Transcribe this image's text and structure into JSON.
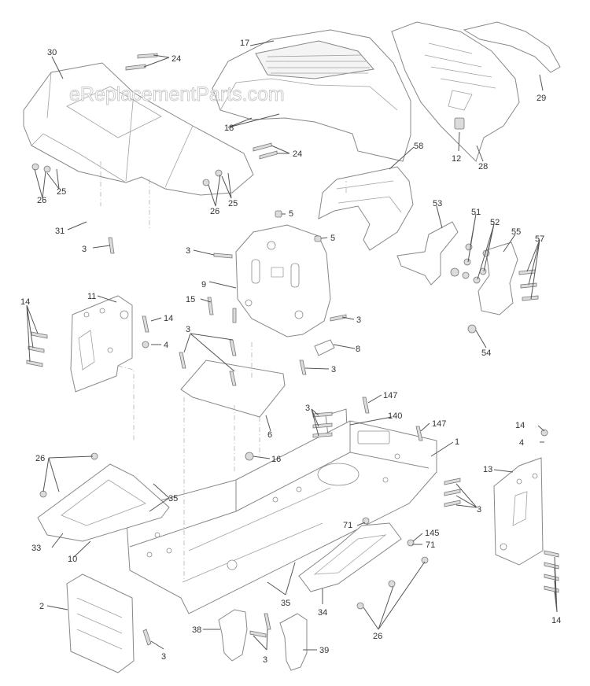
{
  "watermark": "eReplacementParts.com",
  "callouts": [
    {
      "id": "c30",
      "text": "30"
    },
    {
      "id": "c24a",
      "text": "24"
    },
    {
      "id": "c17",
      "text": "17"
    },
    {
      "id": "c29",
      "text": "29"
    },
    {
      "id": "c18",
      "text": "18"
    },
    {
      "id": "c12",
      "text": "12"
    },
    {
      "id": "c28",
      "text": "28"
    },
    {
      "id": "c24b",
      "text": "24"
    },
    {
      "id": "c58",
      "text": "58"
    },
    {
      "id": "c25a",
      "text": "25"
    },
    {
      "id": "c26a",
      "text": "26"
    },
    {
      "id": "c26b",
      "text": "26"
    },
    {
      "id": "c25b",
      "text": "25"
    },
    {
      "id": "c5a",
      "text": "5"
    },
    {
      "id": "c53",
      "text": "53"
    },
    {
      "id": "c51",
      "text": "51"
    },
    {
      "id": "c52",
      "text": "52"
    },
    {
      "id": "c55",
      "text": "55"
    },
    {
      "id": "c57",
      "text": "57"
    },
    {
      "id": "c31",
      "text": "31"
    },
    {
      "id": "c5b",
      "text": "5"
    },
    {
      "id": "c3a",
      "text": "3"
    },
    {
      "id": "c3b",
      "text": "3"
    },
    {
      "id": "c9",
      "text": "9"
    },
    {
      "id": "c11",
      "text": "11"
    },
    {
      "id": "c14a",
      "text": "14"
    },
    {
      "id": "c15",
      "text": "15"
    },
    {
      "id": "c14b",
      "text": "14"
    },
    {
      "id": "c3c",
      "text": "3"
    },
    {
      "id": "c3d",
      "text": "3"
    },
    {
      "id": "c4a",
      "text": "4"
    },
    {
      "id": "c8",
      "text": "8"
    },
    {
      "id": "c54",
      "text": "54"
    },
    {
      "id": "c3e",
      "text": "3"
    },
    {
      "id": "c147a",
      "text": "147"
    },
    {
      "id": "c3f",
      "text": "3"
    },
    {
      "id": "c140",
      "text": "140"
    },
    {
      "id": "c147b",
      "text": "147"
    },
    {
      "id": "c1",
      "text": "1"
    },
    {
      "id": "c14c",
      "text": "14"
    },
    {
      "id": "c6",
      "text": "6"
    },
    {
      "id": "c4b",
      "text": "4"
    },
    {
      "id": "c26c",
      "text": "26"
    },
    {
      "id": "c16",
      "text": "16"
    },
    {
      "id": "c13",
      "text": "13"
    },
    {
      "id": "c35a",
      "text": "35"
    },
    {
      "id": "c3g",
      "text": "3"
    },
    {
      "id": "c71a",
      "text": "71"
    },
    {
      "id": "c145",
      "text": "145"
    },
    {
      "id": "c33",
      "text": "33"
    },
    {
      "id": "c71b",
      "text": "71"
    },
    {
      "id": "c10",
      "text": "10"
    },
    {
      "id": "c35b",
      "text": "35"
    },
    {
      "id": "c34",
      "text": "34"
    },
    {
      "id": "c2",
      "text": "2"
    },
    {
      "id": "c14d",
      "text": "14"
    },
    {
      "id": "c26d",
      "text": "26"
    },
    {
      "id": "c38",
      "text": "38"
    },
    {
      "id": "c39",
      "text": "39"
    },
    {
      "id": "c3h",
      "text": "3"
    },
    {
      "id": "c3i",
      "text": "3"
    }
  ],
  "colors": {
    "line": "#888888",
    "leader": "#555555",
    "label": "#333333",
    "background": "#ffffff"
  }
}
